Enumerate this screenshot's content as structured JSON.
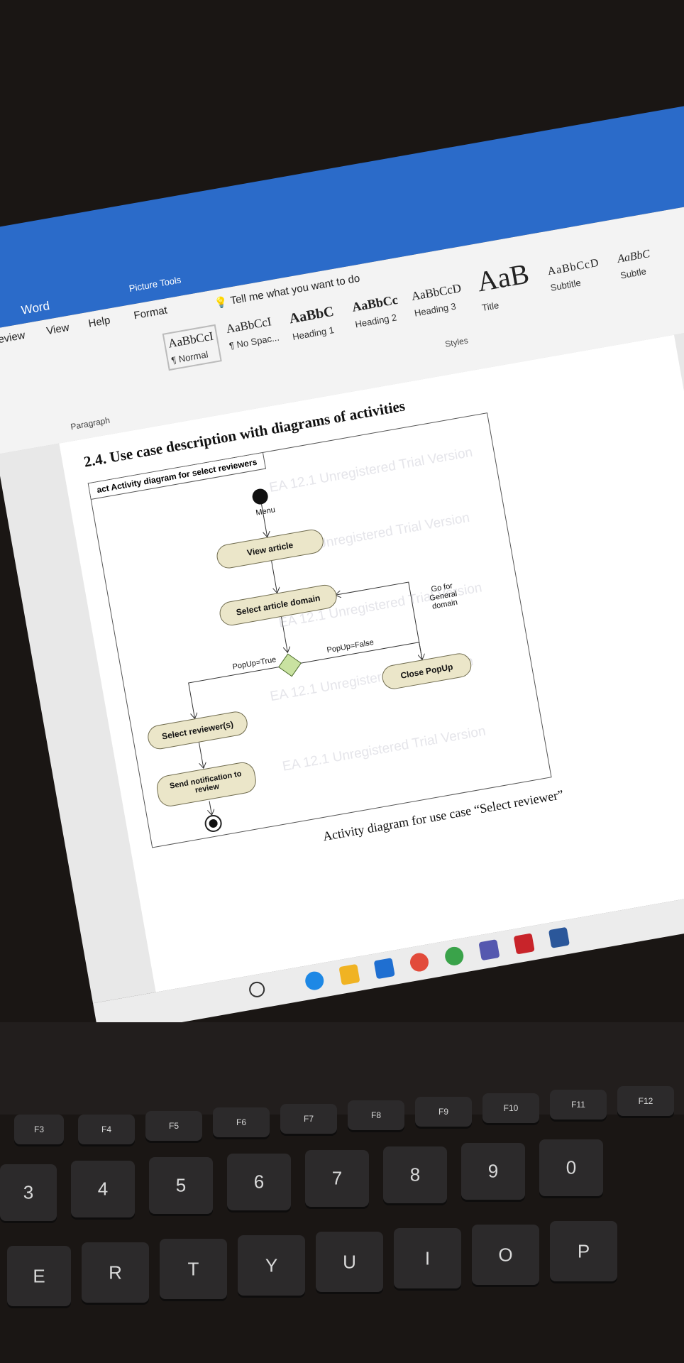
{
  "word_window": {
    "app_title": "Word",
    "context_tab": "Picture Tools",
    "tabs": [
      "Review",
      "View",
      "Help",
      "Format"
    ],
    "tell_me": "Tell me what you want to do",
    "styles": [
      {
        "sample": "AaBbCcI",
        "name": "¶ Normal"
      },
      {
        "sample": "AaBbCcI",
        "name": "¶ No Spac..."
      },
      {
        "sample": "AaBbC",
        "name": "Heading 1"
      },
      {
        "sample": "AaBbCc",
        "name": "Heading 2"
      },
      {
        "sample": "AaBbCcD",
        "name": "Heading 3"
      },
      {
        "sample": "AaB",
        "name": "Title"
      },
      {
        "sample": "AaBbCcD",
        "name": "Subtitle"
      },
      {
        "sample": "AaBbC",
        "name": "Subtle"
      }
    ],
    "group_paragraph": "Paragraph",
    "group_styles": "Styles"
  },
  "document": {
    "heading": "2.4. Use case description with diagrams of activities",
    "diagram": {
      "frame_title": "act Activity diagram for select reviewers",
      "watermark": "EA 12.1 Unregistered Trial Version",
      "start_label": "Menu",
      "activities": {
        "view_article": "View article",
        "select_domain": "Select article domain",
        "close_popup": "Close PopUp",
        "select_reviewers": "Select reviewer(s)",
        "send_notification": "Send notification to review"
      },
      "guards": {
        "true": "PopUp=True",
        "false": "PopUp=False",
        "general": "Go for General domain"
      }
    },
    "caption": "Activity diagram for use case “Select reviewer”"
  },
  "keyboard": {
    "fn_row": [
      "F3",
      "F4",
      "F5",
      "F6",
      "F7",
      "F8",
      "F9",
      "F10",
      "F11",
      "F12"
    ],
    "number_row": [
      "3",
      "4",
      "5",
      "6",
      "7",
      "8",
      "9",
      "0"
    ],
    "letter_row": [
      "E",
      "R",
      "T",
      "Y",
      "U",
      "I",
      "O",
      "P"
    ]
  }
}
